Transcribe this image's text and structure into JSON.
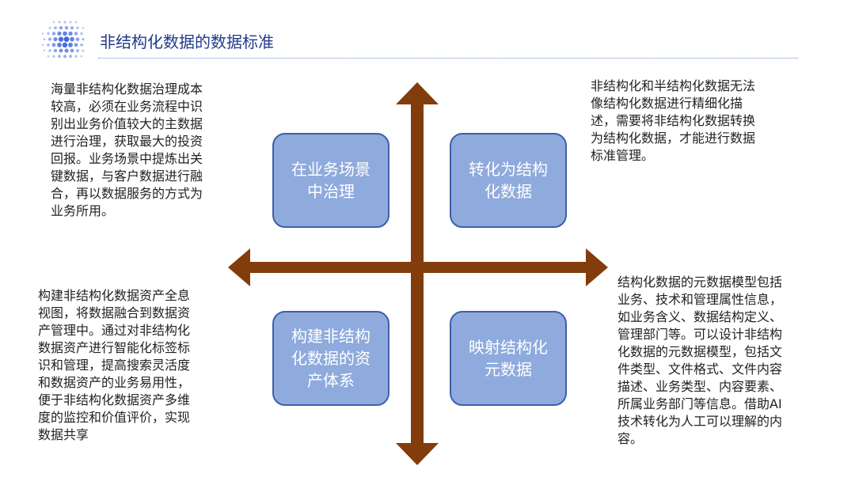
{
  "header": {
    "title": "非结构化数据的数据标准"
  },
  "colors": {
    "axis": "#833c0b",
    "box_fill": "#8faadc",
    "box_border": "#3e5fa8",
    "title": "#1f3a8a",
    "logo": "#2f57d4"
  },
  "quadrants": {
    "top_left": {
      "box_lines": [
        "在业务场景",
        "中治理"
      ],
      "note_lines": [
        "海量非结构化数据治理成本",
        "较高，必须在业务流程中识",
        "别出业务价值较大的主数据",
        "进行治理，获取最大的投资",
        "回报。业务场景中提炼出关",
        "键数据，与客户数据进行融",
        "合，再以数据服务的方式为",
        "业务所用。"
      ]
    },
    "top_right": {
      "box_lines": [
        "转化为结构",
        "化数据"
      ],
      "note_lines": [
        "非结构化和半结构化数据无法",
        "像结构化数据进行精细化描",
        "述，需要将非结构化数据转换",
        "为结构化数据，才能进行数据",
        "标准管理。"
      ]
    },
    "bottom_left": {
      "box_lines": [
        "构建非结构",
        "化数据的资",
        "产体系"
      ],
      "note_lines": [
        "构建非结构化数据资产全息",
        "视图，将数据融合到数据资",
        "产管理中。通过对非结构化",
        "数据资产进行智能化标签标",
        "识和管理，提高搜索灵活度",
        "和数据资产的业务易用性，",
        "便于非结构化数据资产多维",
        "度的监控和价值评价，实现",
        "数据共享"
      ]
    },
    "bottom_right": {
      "box_lines": [
        "映射结构化",
        "元数据"
      ],
      "note_lines": [
        "结构化数据的元数据模型包括",
        "业务、技术和管理属性信息，",
        "如业务含义、数据结构定义、",
        "管理部门等。可以设计非结构",
        "化数据的元数据模型，包括文",
        "件类型、文件格式、文件内容",
        "描述、业务类型、内容要素、",
        "所属业务部门等信息。借助AI",
        "技术转化为人工可以理解的内",
        "容。"
      ]
    }
  }
}
